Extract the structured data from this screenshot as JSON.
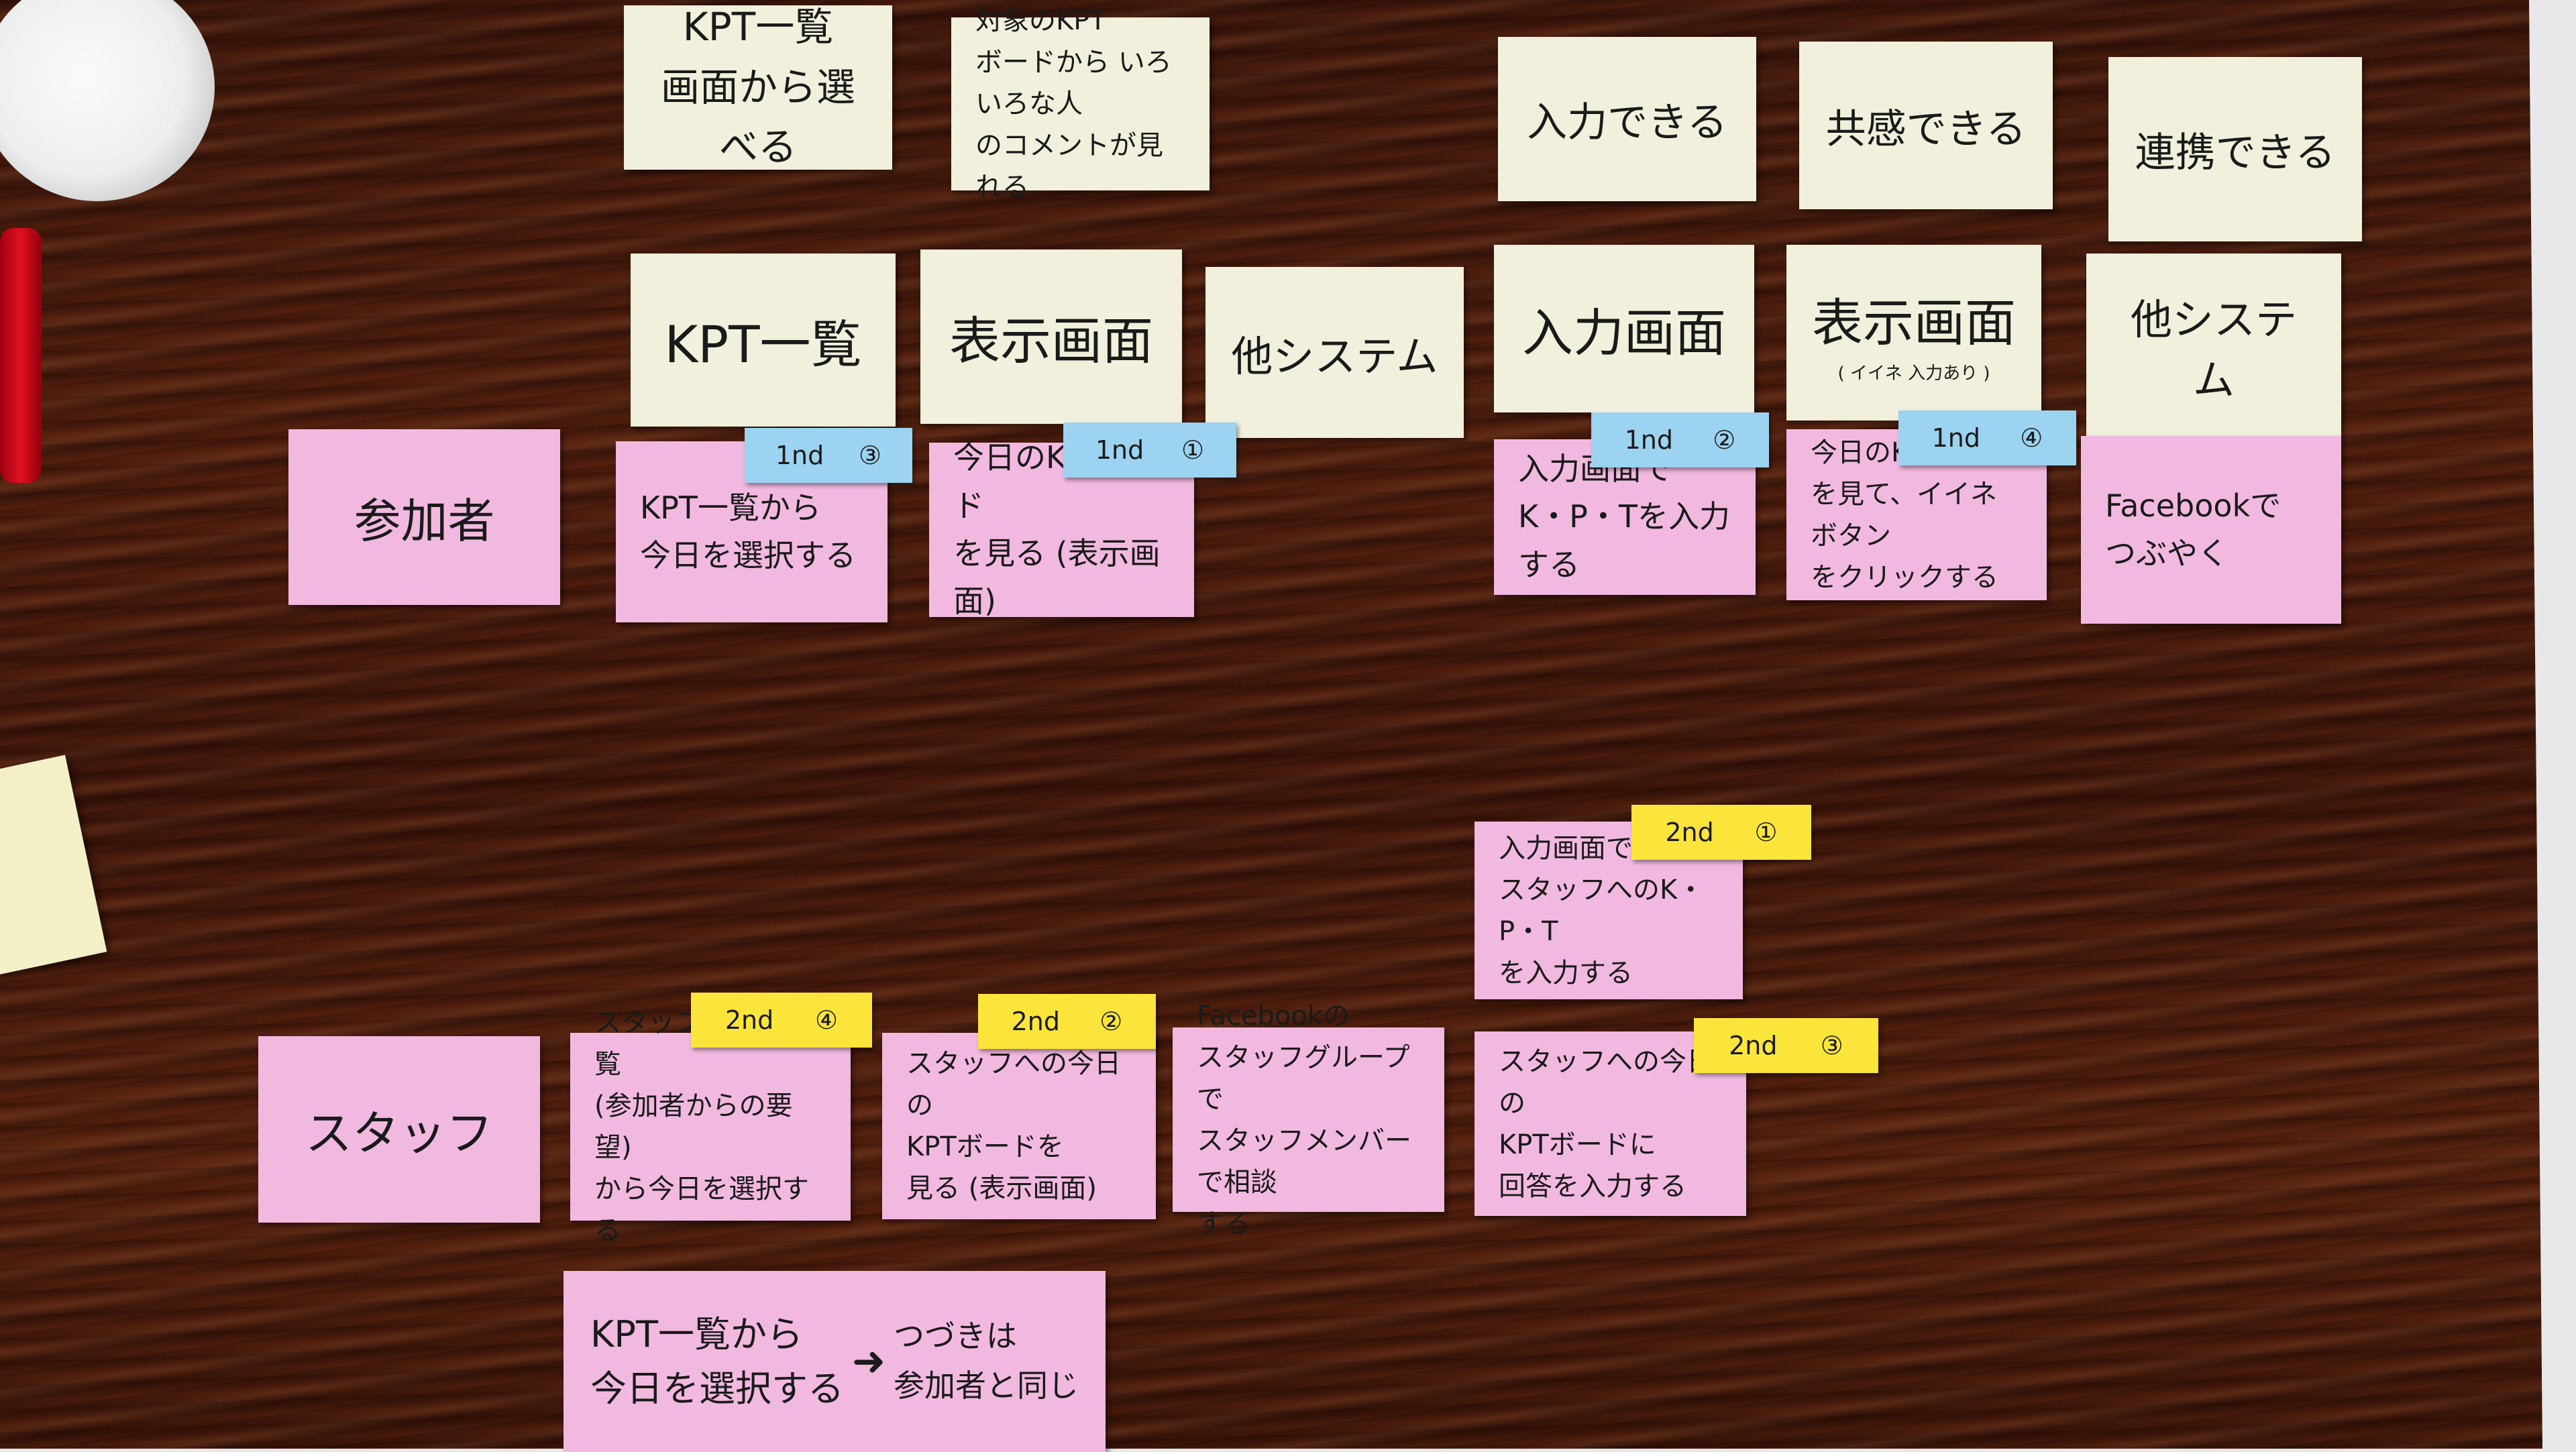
{
  "board": {
    "top_cards": [
      {
        "id": "kpt-ichiran-select",
        "text": "KPT一覧\n画面から選べる"
      },
      {
        "id": "taishou-kpt",
        "text": "対象のKPT\nボードから いろいろな人\nのコメントが見れる"
      },
      {
        "id": "input-ok",
        "text": "入力できる"
      },
      {
        "id": "kyoukan",
        "text": "共感できる"
      },
      {
        "id": "renkei",
        "text": "連携できる"
      }
    ],
    "screens": [
      {
        "id": "kpt-ichiran",
        "text": "KPT一覧"
      },
      {
        "id": "hyouji-gamen-1",
        "text": "表示画面"
      },
      {
        "id": "ta-system-1",
        "text": "他システム"
      },
      {
        "id": "nyuuryoku-gamen",
        "text": "入力画面"
      },
      {
        "id": "hyouji-gamen-2",
        "text": "表示画面",
        "sub": "( イイネ 入力あり )"
      },
      {
        "id": "ta-system-2",
        "text": "他システム"
      }
    ],
    "roles": {
      "participant": "参加者",
      "staff": "スタッフ"
    },
    "participant_steps": [
      {
        "text": "KPT一覧から\n今日を選択する",
        "tag": "1nd",
        "num": "③"
      },
      {
        "text": "今日のKPTボード\nを見る (表示画面)",
        "tag": "1nd",
        "num": "①"
      },
      {
        "text": "入力画面で\nK・P・Tを入力する",
        "tag": "1nd",
        "num": "②"
      },
      {
        "text": "今日のKPTボード\nを見て、イイネボタン\nをクリックする",
        "tag": "1nd",
        "num": "④"
      },
      {
        "text": "Facebookで\nつぶやく"
      }
    ],
    "staff_steps": [
      {
        "text": "スタッフ用KPT一覧\n(参加者からの要望)\nから今日を選択する",
        "tag": "2nd",
        "num": "④"
      },
      {
        "text": "スタッフへの今日の\nKPTボードを\n見る (表示画面)",
        "tag": "2nd",
        "num": "②"
      },
      {
        "text": "Facebookの\nスタッフグループで\nスタッフメンバーで相談\nする"
      },
      {
        "text": "スタッフへの今日の\nKPTボードに\n回答を入力する",
        "tag": "2nd",
        "num": "③"
      },
      {
        "text": "入力画面で\nスタッフへのK・P・T\nを入力する",
        "tag": "2nd",
        "num": "①"
      }
    ],
    "bottom_note": {
      "left": "KPT一覧から\n今日を選択する",
      "arrow": "➜",
      "right": "つづきは\n参加者と同じ"
    }
  },
  "colors": {
    "cream": "#f1f0dc",
    "pink": "#f2b9e0",
    "blue": "#9bd3f0",
    "yellow": "#fbe53a",
    "table": "#4a1b0c"
  }
}
